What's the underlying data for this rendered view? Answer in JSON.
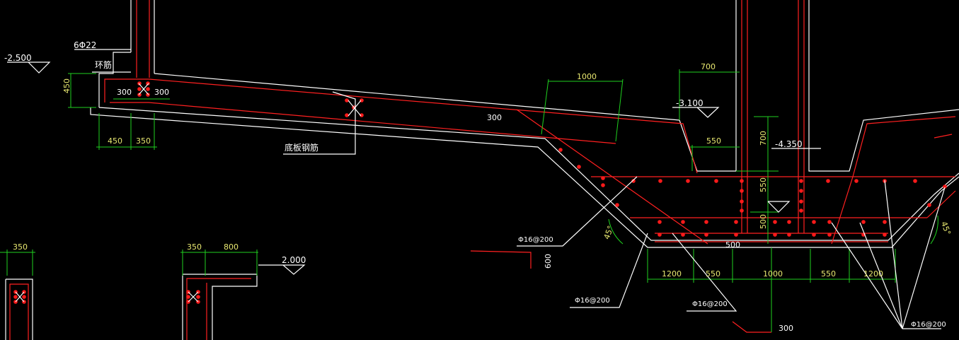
{
  "levels": {
    "top_left": "-2.500",
    "mid": "-3.100",
    "pit": "-4.350",
    "lower": "2.000"
  },
  "labels": {
    "rebar_count": "6Φ22",
    "ring_bar": "环筋",
    "bottom_bar": "底板钢筋",
    "rebar_a": "Φ16@200",
    "rebar_b": "Φ16@200",
    "rebar_c": "Φ16@200",
    "rebar_d": "Φ16@200",
    "angle_left": "45°",
    "angle_right": "45°"
  },
  "dims": {
    "d450v": "450",
    "d300a": "300",
    "d300b": "300",
    "d450h": "450",
    "d350": "350",
    "d1000top": "1000",
    "d300slab": "300",
    "d700top": "700",
    "d550top": "550",
    "d700v": "700",
    "d550v": "550",
    "d500v": "500",
    "d500h": "500",
    "b1200a": "1200",
    "b550a": "550",
    "b1000": "1000",
    "b550b": "550",
    "b1200b": "1200",
    "d600": "600",
    "d300bot": "300",
    "l350": "350",
    "m350": "350",
    "m800": "800"
  },
  "colors": {
    "outline": "#ffffff",
    "rebar": "#ff2020",
    "dimension": "#1fd11f",
    "dim_text": "#e8e870"
  }
}
